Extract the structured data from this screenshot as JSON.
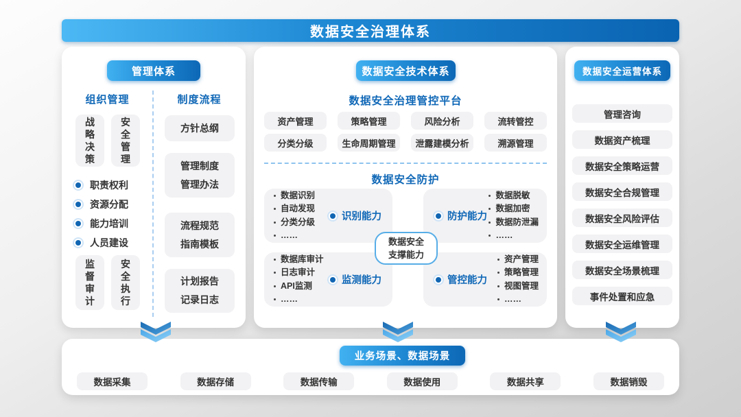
{
  "title": "数据安全治理体系",
  "colors": {
    "accent_blue": "#1068b7",
    "pill_gradient_start": "#41b1f1",
    "pill_gradient_end": "#0d68b6",
    "box_gray": "#f2f2f4"
  },
  "management": {
    "header": "管理体系",
    "org": {
      "title": "组织管理",
      "vertical_top": [
        "战略决策",
        "安全管理"
      ],
      "bullets": [
        "职责权利",
        "资源分配",
        "能力培训",
        "人员建设"
      ],
      "vertical_bottom": [
        "监督审计",
        "安全执行"
      ]
    },
    "process": {
      "title": "制度流程",
      "items": [
        "方针总纲",
        "管理制度\n管理办法",
        "流程规范\n指南模板",
        "计划报告\n记录日志"
      ]
    }
  },
  "technology": {
    "header": "数据安全技术体系",
    "platform": {
      "title": "数据安全治理管控平台",
      "row1": [
        "资产管理",
        "策略管理",
        "风险分析",
        "流转管控"
      ],
      "row2": [
        "分类分级",
        "生命周期管理",
        "泄露建模分析",
        "溯源管理"
      ]
    },
    "protection": {
      "title": "数据安全防护",
      "center_label": "数据安全\n支撑能力",
      "capabilities": [
        {
          "name": "识别能力",
          "items": [
            "数据识别",
            "自动发现",
            "分类分级",
            "……"
          ]
        },
        {
          "name": "防护能力",
          "items": [
            "数据脱敏",
            "数据加密",
            "数据防泄漏",
            "……"
          ]
        },
        {
          "name": "监测能力",
          "items": [
            "数据库审计",
            "日志审计",
            "API监测",
            "……"
          ]
        },
        {
          "name": "管控能力",
          "items": [
            "资产管理",
            "策略管理",
            "视图管理",
            "……"
          ]
        }
      ]
    }
  },
  "operations": {
    "header": "数据安全运营体系",
    "items": [
      "管理咨询",
      "数据资产梳理",
      "数据安全策略运营",
      "数据安全合规管理",
      "数据安全风险评估",
      "数据安全运维管理",
      "数据安全场景梳理",
      "事件处置和应急"
    ]
  },
  "scenarios": {
    "header": "业务场景、数据场景",
    "items": [
      "数据采集",
      "数据存储",
      "数据传输",
      "数据使用",
      "数据共享",
      "数据销毁"
    ]
  }
}
